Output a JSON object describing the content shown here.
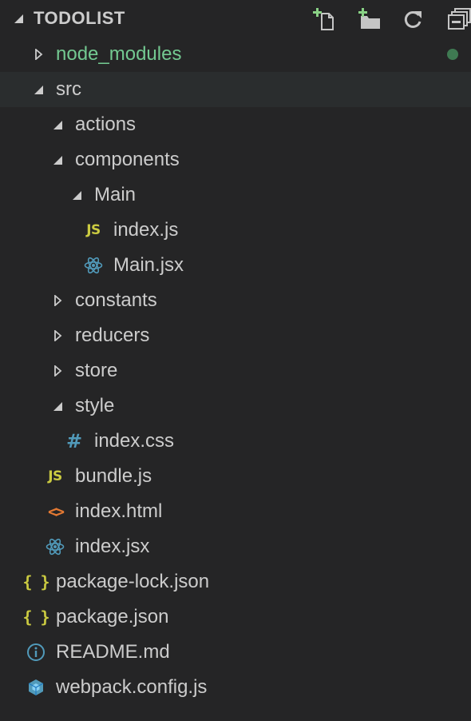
{
  "explorer": {
    "title": "TODOLIST",
    "actions": [
      {
        "name": "new-file-button",
        "icon": "new-file-icon"
      },
      {
        "name": "new-folder-button",
        "icon": "new-folder-icon"
      },
      {
        "name": "refresh-button",
        "icon": "refresh-icon"
      },
      {
        "name": "collapse-all-button",
        "icon": "collapse-all-icon"
      }
    ]
  },
  "tree": {
    "node_modules": "node_modules",
    "src": "src",
    "actions": "actions",
    "components": "components",
    "main_folder": "Main",
    "main_index_js": "index.js",
    "main_jsx": "Main.jsx",
    "constants": "constants",
    "reducers": "reducers",
    "store": "store",
    "style": "style",
    "index_css": "index.css",
    "bundle_js": "bundle.js",
    "index_html": "index.html",
    "index_jsx": "index.jsx",
    "package_lock": "package-lock.json",
    "package_json": "package.json",
    "readme": "README.md",
    "webpack_config": "webpack.config.js"
  },
  "icons": {
    "js_badge": "JS",
    "braces": "{ }",
    "hash": "#",
    "chevrons": "<>"
  },
  "colors": {
    "background": "#252526",
    "selected_row": "#2a2d2e",
    "text": "#cccccc",
    "git_untracked": "#73c991",
    "js_yellow": "#cbcb41",
    "react_blue": "#519aba",
    "html_orange": "#e37933"
  }
}
